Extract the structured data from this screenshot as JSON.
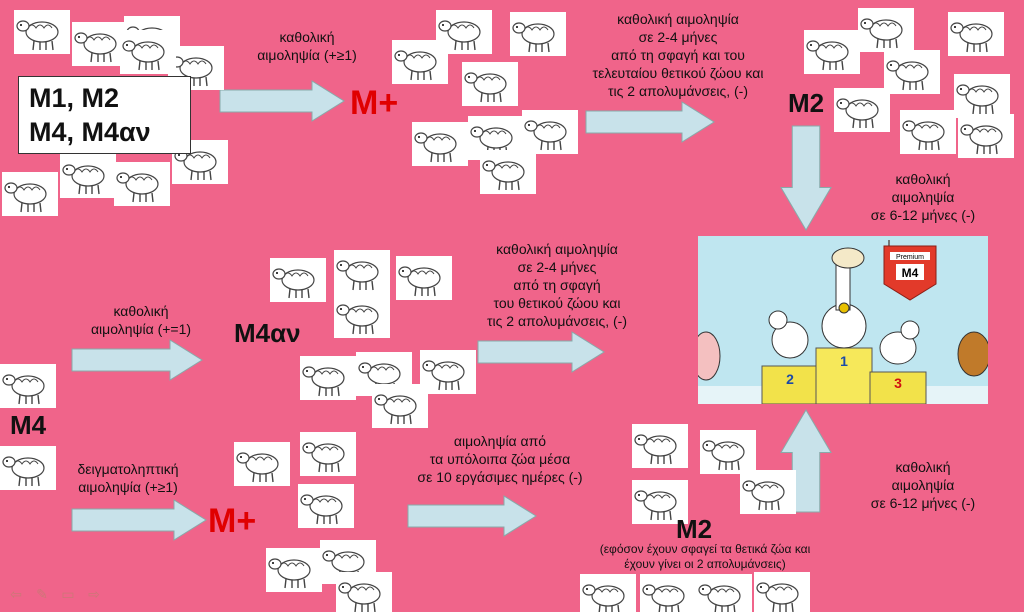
{
  "bg_color": "#f0648a",
  "arrow_color": "#c8e2ea",
  "box": {
    "line1": "M1, M2",
    "line2": "M4, M4αν"
  },
  "labels": {
    "mplus_top": "M+",
    "m2_top": "M2",
    "m4av": "M4αν",
    "m4": "M4",
    "mplus_bottom": "M+",
    "m2_bottom": "M2"
  },
  "notes": {
    "top_left": [
      "καθολική",
      "αιμοληψία (+≥1)"
    ],
    "top_right": [
      "καθολική αιμοληψία",
      "σε 2-4 μήνες",
      "από τη σφαγή και του",
      "τελευταίου θετικού ζώου και",
      "τις 2 απολυμάνσεις, (-)"
    ],
    "right_top": [
      "καθολική",
      "αιμοληψία",
      "σε 6-12 μήνες (-)"
    ],
    "mid_left": [
      "καθολική",
      "αιμοληψία (+=1)"
    ],
    "mid_right": [
      "καθολική αιμοληψία",
      "σε 2-4 μήνες",
      "από τη σφαγή",
      "του θετικού ζώου και",
      "τις 2 απολυμάνσεις, (-)"
    ],
    "bottom_left": [
      "δειγματοληπτική",
      "αιμοληψία (+≥1)"
    ],
    "bottom_mid": [
      "αιμοληψία από",
      "τα υπόλοιπα ζώα μέσα",
      "σε 10 εργάσιμες ημέρες (-)"
    ],
    "right_bottom": [
      "καθολική",
      "αιμοληψία",
      "σε 6-12 μήνες (-)"
    ],
    "footnote": [
      "(εφόσον έχουν σφαγεί τα θετικά ζώα και",
      "έχουν γίνει οι 2 απολυμάνσεις)"
    ]
  },
  "podium": {
    "banner_top": "Premium",
    "banner_main": "M4",
    "place1": "1",
    "place2": "2",
    "place3": "3"
  },
  "nav": {
    "prev": "⇦",
    "pen": "✎",
    "menu": "▭",
    "next": "⇨"
  }
}
